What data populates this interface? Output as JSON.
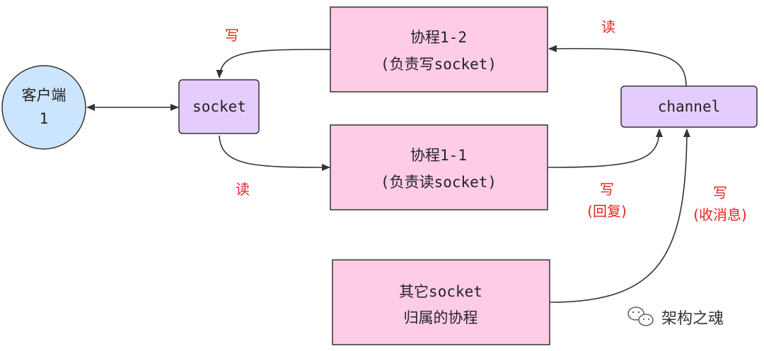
{
  "nodes": {
    "client": {
      "line1": "客户端",
      "line2": "1"
    },
    "socket": {
      "label": "socket"
    },
    "coroutine_write": {
      "line1": "协程1-2",
      "line2": "(负责写socket)"
    },
    "coroutine_read": {
      "line1": "协程1-1",
      "line2": "(负责读socket)"
    },
    "channel": {
      "label": "channel"
    },
    "other": {
      "line1": "其它socket",
      "line2": "归属的协程"
    }
  },
  "edge_labels": {
    "write_socket": "写",
    "read_socket": "读",
    "read_channel": "读",
    "reply": {
      "line1": "写",
      "line2": "(回复)"
    },
    "recv": {
      "line1": "写",
      "line2": "(收消息)"
    }
  },
  "watermark": {
    "text": "架构之魂",
    "icon": "wechat-icon"
  },
  "colors": {
    "client_fill": "#cce5ff",
    "socket_fill": "#e5ccff",
    "coroutine_fill": "#ffcce6",
    "label_red": "#e8231f"
  }
}
